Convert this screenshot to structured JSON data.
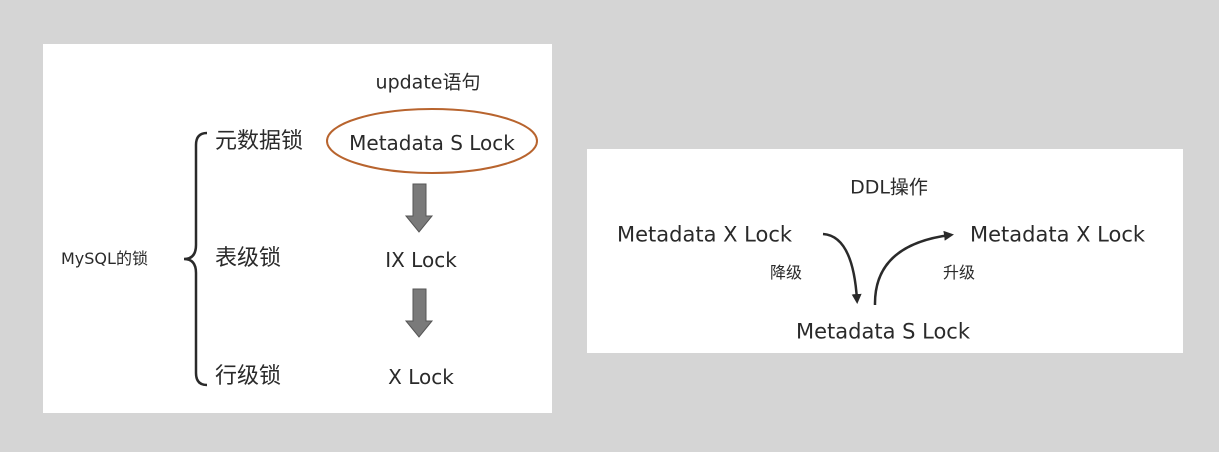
{
  "mysql_locks": {
    "root_label": "MySQL的锁",
    "statement_label": "update语句",
    "levels": [
      {
        "category": "元数据锁",
        "lock": "Metadata S Lock",
        "highlighted": true
      },
      {
        "category": "表级锁",
        "lock": "IX Lock"
      },
      {
        "category": "行级锁",
        "lock": "X Lock"
      }
    ],
    "highlight_color": "#b8642e",
    "arrow_color": "#777777"
  },
  "ddl": {
    "title": "DDL操作",
    "start_lock": "Metadata X Lock",
    "downgrade_label": "降级",
    "middle_lock": "Metadata S Lock",
    "upgrade_label": "升级",
    "end_lock": "Metadata X Lock"
  }
}
